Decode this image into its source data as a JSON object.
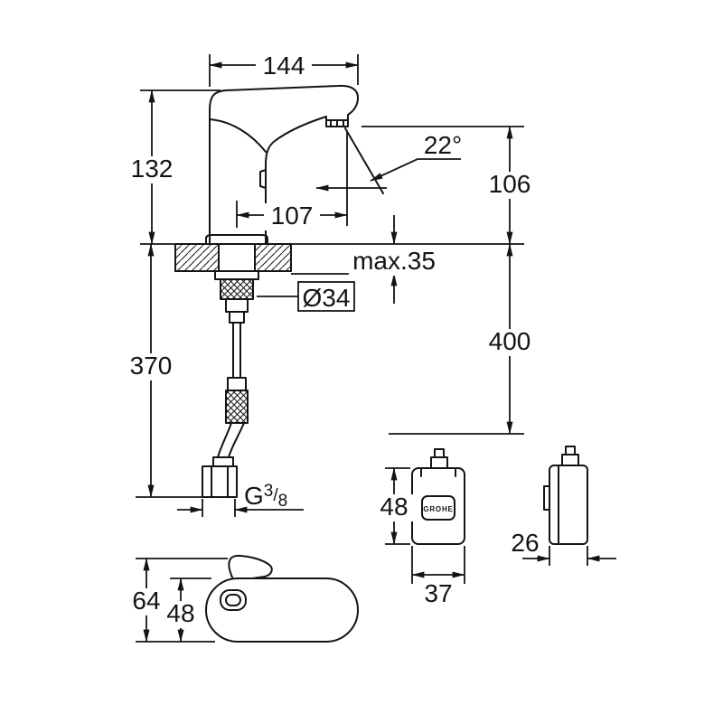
{
  "colors": {
    "ink": "#141414",
    "background": "#ffffff"
  },
  "labels": {
    "spout_width": "144",
    "body_height": "132",
    "spray_angle": "22°",
    "outlet_height": "106",
    "spout_reach": "107",
    "max_deck_thickness": "max.35",
    "hole_diameter": "Ø34",
    "clearance_below_deck": "400",
    "shank_length": "370",
    "thread": {
      "prefix": "G",
      "numerator": "3",
      "slash": "/",
      "denominator": "8"
    },
    "control_box": {
      "height": "48",
      "width": "37",
      "depth": "26",
      "brand": "GROHE"
    },
    "bracket": {
      "outer_height": "64",
      "body_height": "48"
    }
  }
}
